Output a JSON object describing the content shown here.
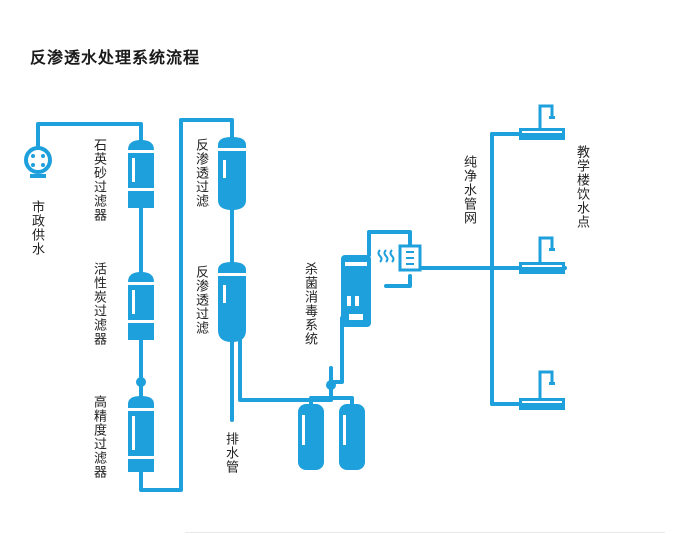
{
  "title": "反渗透水处理系统流程",
  "labels": {
    "municipal": "市政供水",
    "quartz": "石英砂过滤器",
    "carbon": "活性炭过滤器",
    "precision": "高精度过滤器",
    "ro1": "反渗透过滤",
    "ro2": "反渗透过滤",
    "drain": "排水管",
    "sterilize": "杀菌消毒系统",
    "pipe_net": "纯净水管网",
    "drink_points": "教学楼饮水点"
  },
  "colors": {
    "pipe": "#1da0dc",
    "tank": "#1da0dc",
    "text": "#222222"
  },
  "icons": [
    "water-meter-icon",
    "faucet-icon",
    "heat-wave-icon",
    "control-panel-icon"
  ]
}
